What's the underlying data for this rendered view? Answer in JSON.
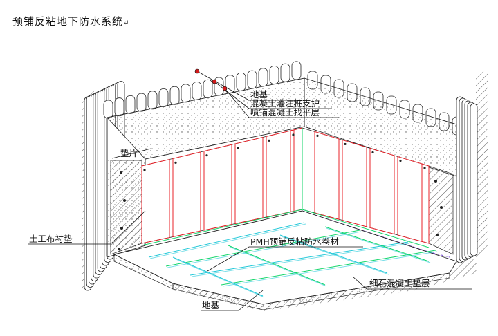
{
  "title": "预铺反粘地下防水系统",
  "title_mark": "↵",
  "labels": {
    "foundation_top": "地基",
    "pile_support": "混凝土灌注桩支护",
    "leveling_layer": "喷锚混凝土找平层",
    "spacer": "垫片",
    "geotextile": "土工布衬垫",
    "membrane": "PMH预铺反粘防水卷材",
    "cushion": "细石混凝土垫层",
    "foundation_bottom": "地基"
  },
  "colors": {
    "membrane_red": "#e8232a",
    "membrane_green": "#12d66a",
    "membrane_cyan": "#21c8d8",
    "membrane_purple": "#7b4fd6",
    "leader_dot": "#d21a1a"
  }
}
